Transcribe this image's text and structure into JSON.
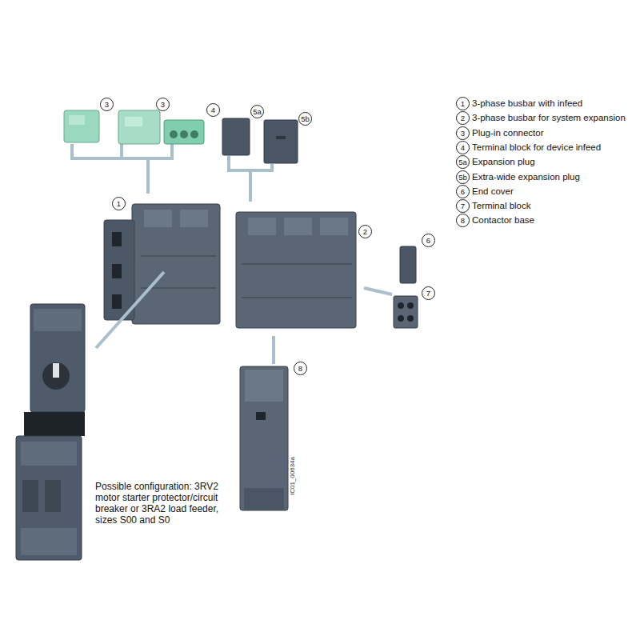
{
  "diagram": {
    "labels": [
      "3",
      "3",
      "4",
      "5a",
      "5b",
      "1",
      "2",
      "6",
      "7",
      "8",
      "1",
      "2",
      "3",
      "4",
      "5a",
      "5b",
      "6",
      "7",
      "8",
      "Possible configuration: 3RV2 motor starter protector/circuit breaker or 3RA2 load feeder, sizes S00 and S0",
      "IC01_00634a"
    ],
    "legend": [
      {
        "text": "3-phase busbar with infeed"
      },
      {
        "text": "3-phase busbar for system expansion"
      },
      {
        "text": "Plug-in connector"
      },
      {
        "text": "Terminal block for device infeed"
      },
      {
        "text": "Expansion plug"
      },
      {
        "text": "Extra-wide expansion plug"
      },
      {
        "text": "End cover"
      },
      {
        "text": "Terminal block"
      },
      {
        "text": "Contactor base"
      }
    ]
  }
}
